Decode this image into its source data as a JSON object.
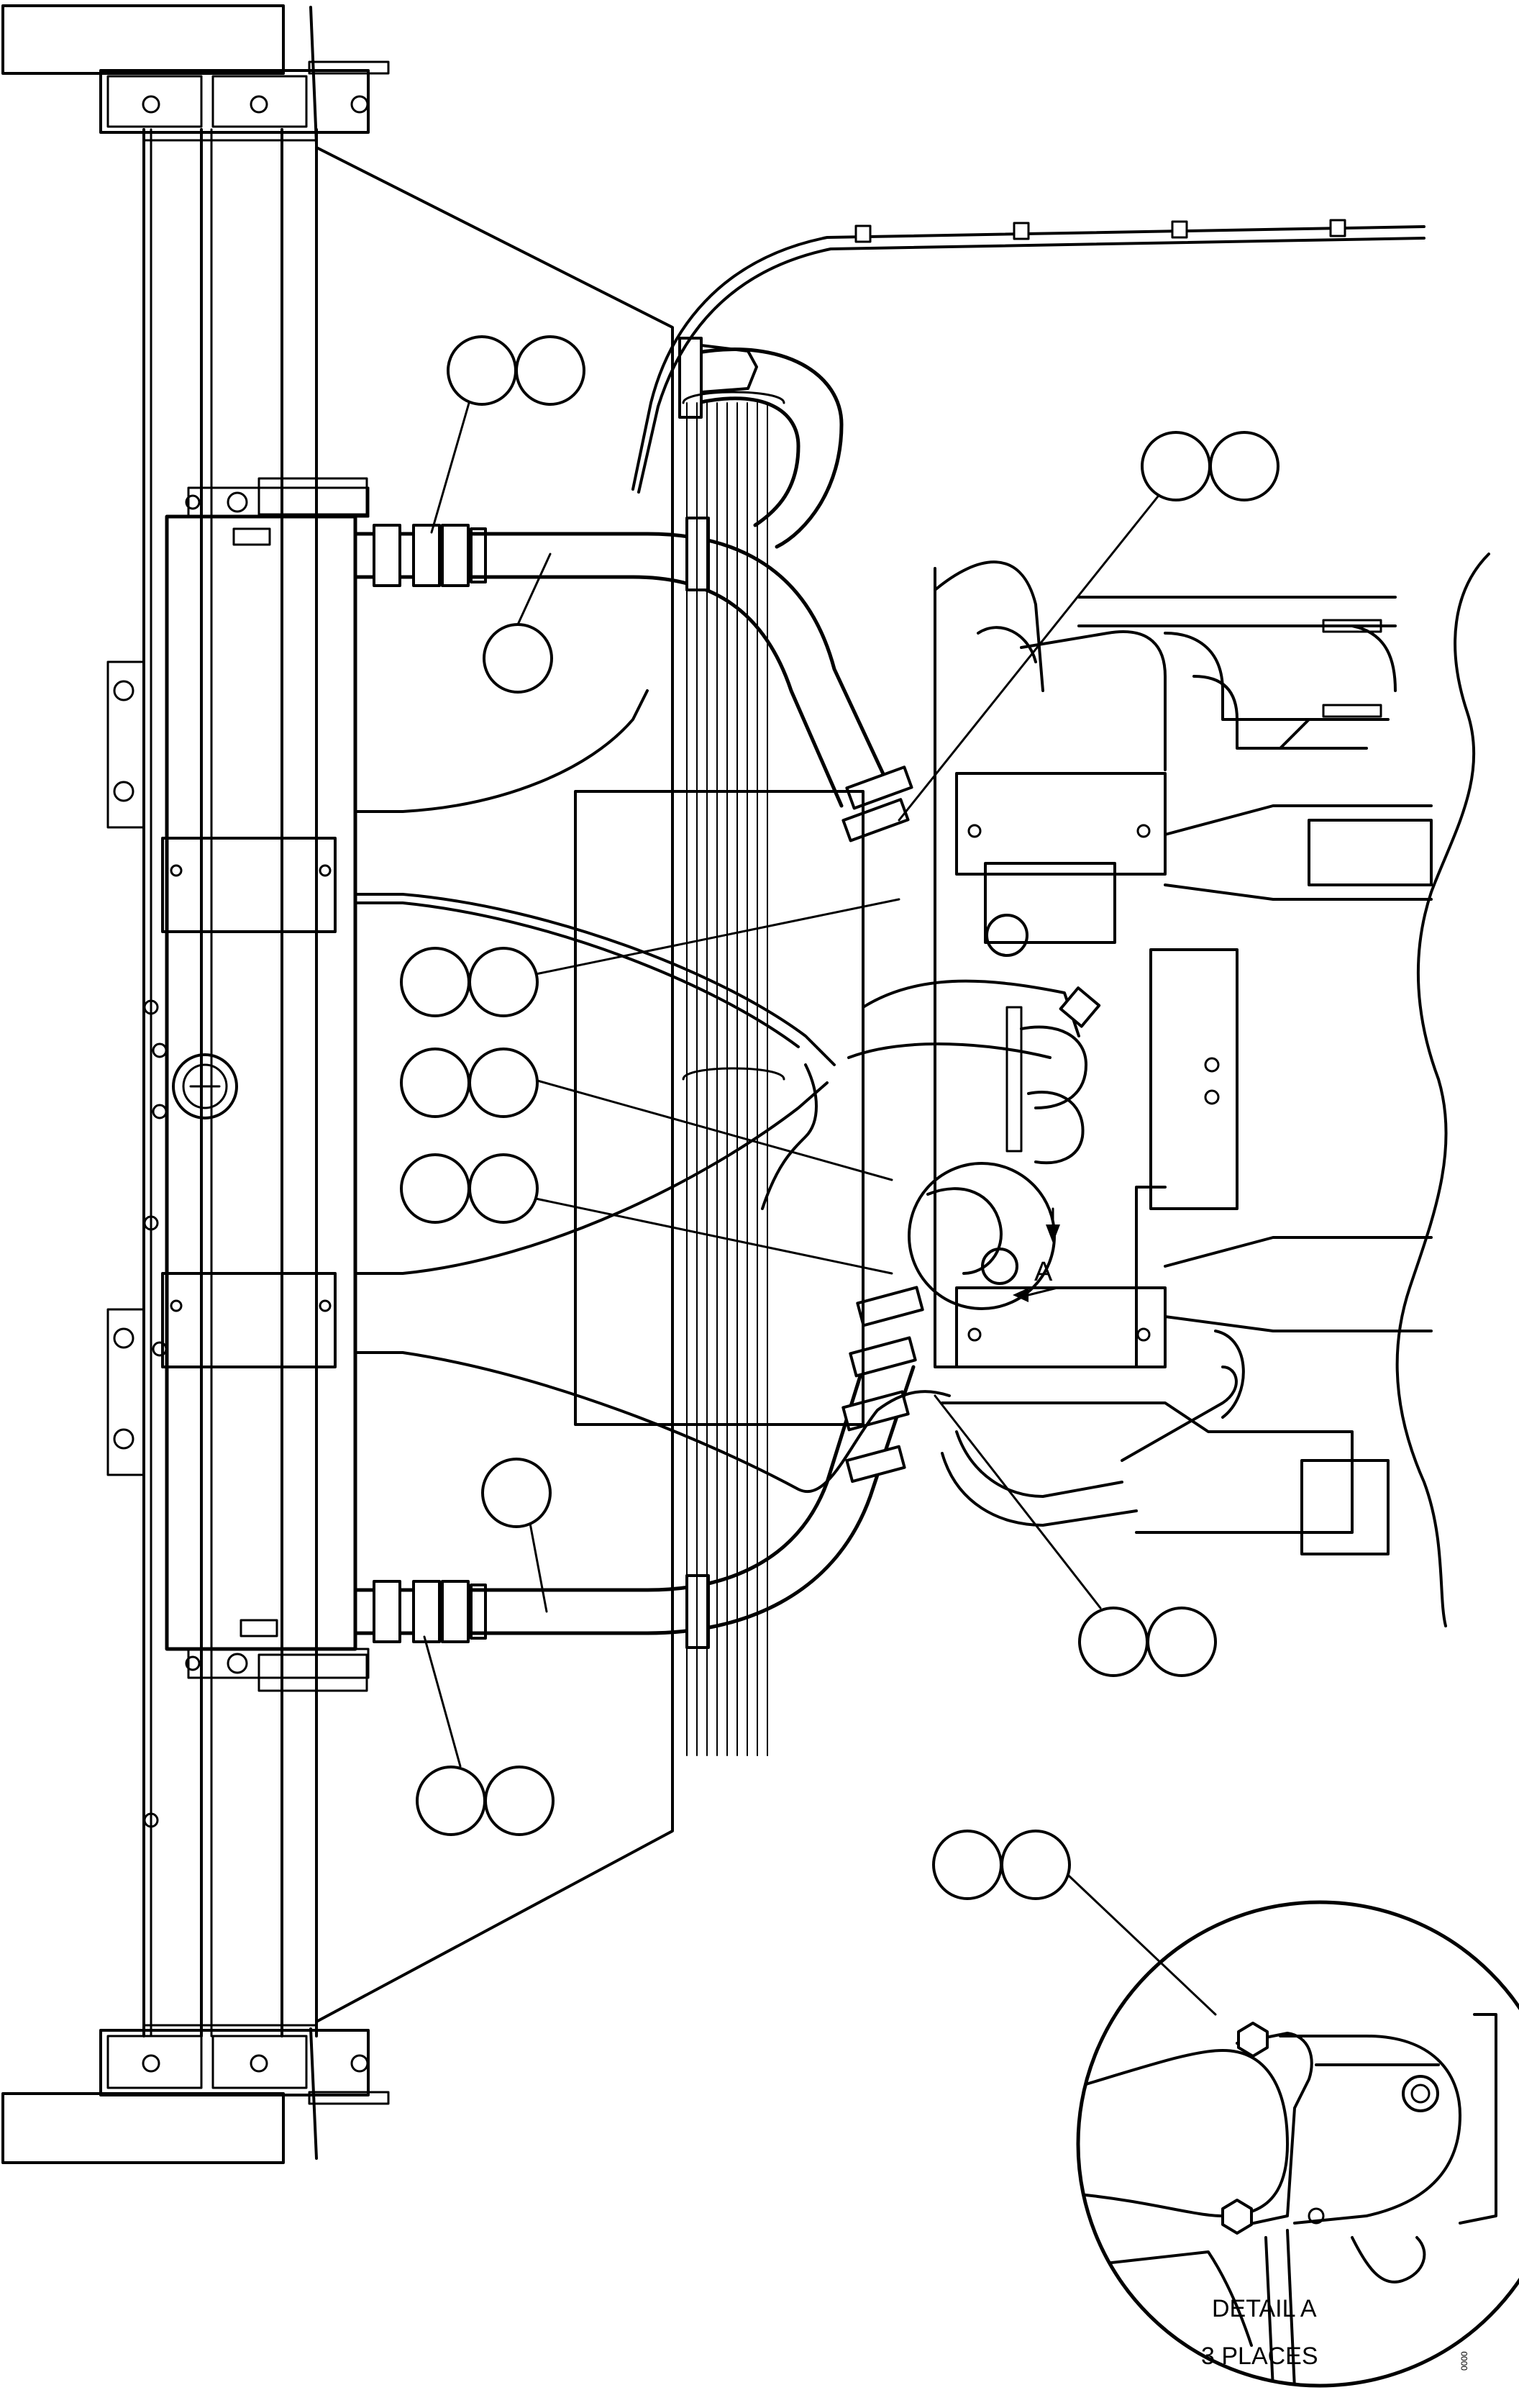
{
  "drawing": {
    "detail_caption_line1": "DETAIL A",
    "detail_caption_line2": "3 PLACES",
    "section_marker": "A",
    "drawing_number": "0000"
  },
  "balloons": [
    {
      "id": "b1",
      "label": ""
    },
    {
      "id": "b2",
      "label": ""
    },
    {
      "id": "b3",
      "label": ""
    },
    {
      "id": "b4",
      "label": ""
    },
    {
      "id": "b5",
      "label": ""
    },
    {
      "id": "b6",
      "label": ""
    },
    {
      "id": "b7",
      "label": ""
    },
    {
      "id": "b8",
      "label": ""
    },
    {
      "id": "b9",
      "label": ""
    },
    {
      "id": "b10",
      "label": ""
    },
    {
      "id": "b11",
      "label": ""
    }
  ],
  "colors": {
    "line": "#000000",
    "background": "#ffffff"
  }
}
